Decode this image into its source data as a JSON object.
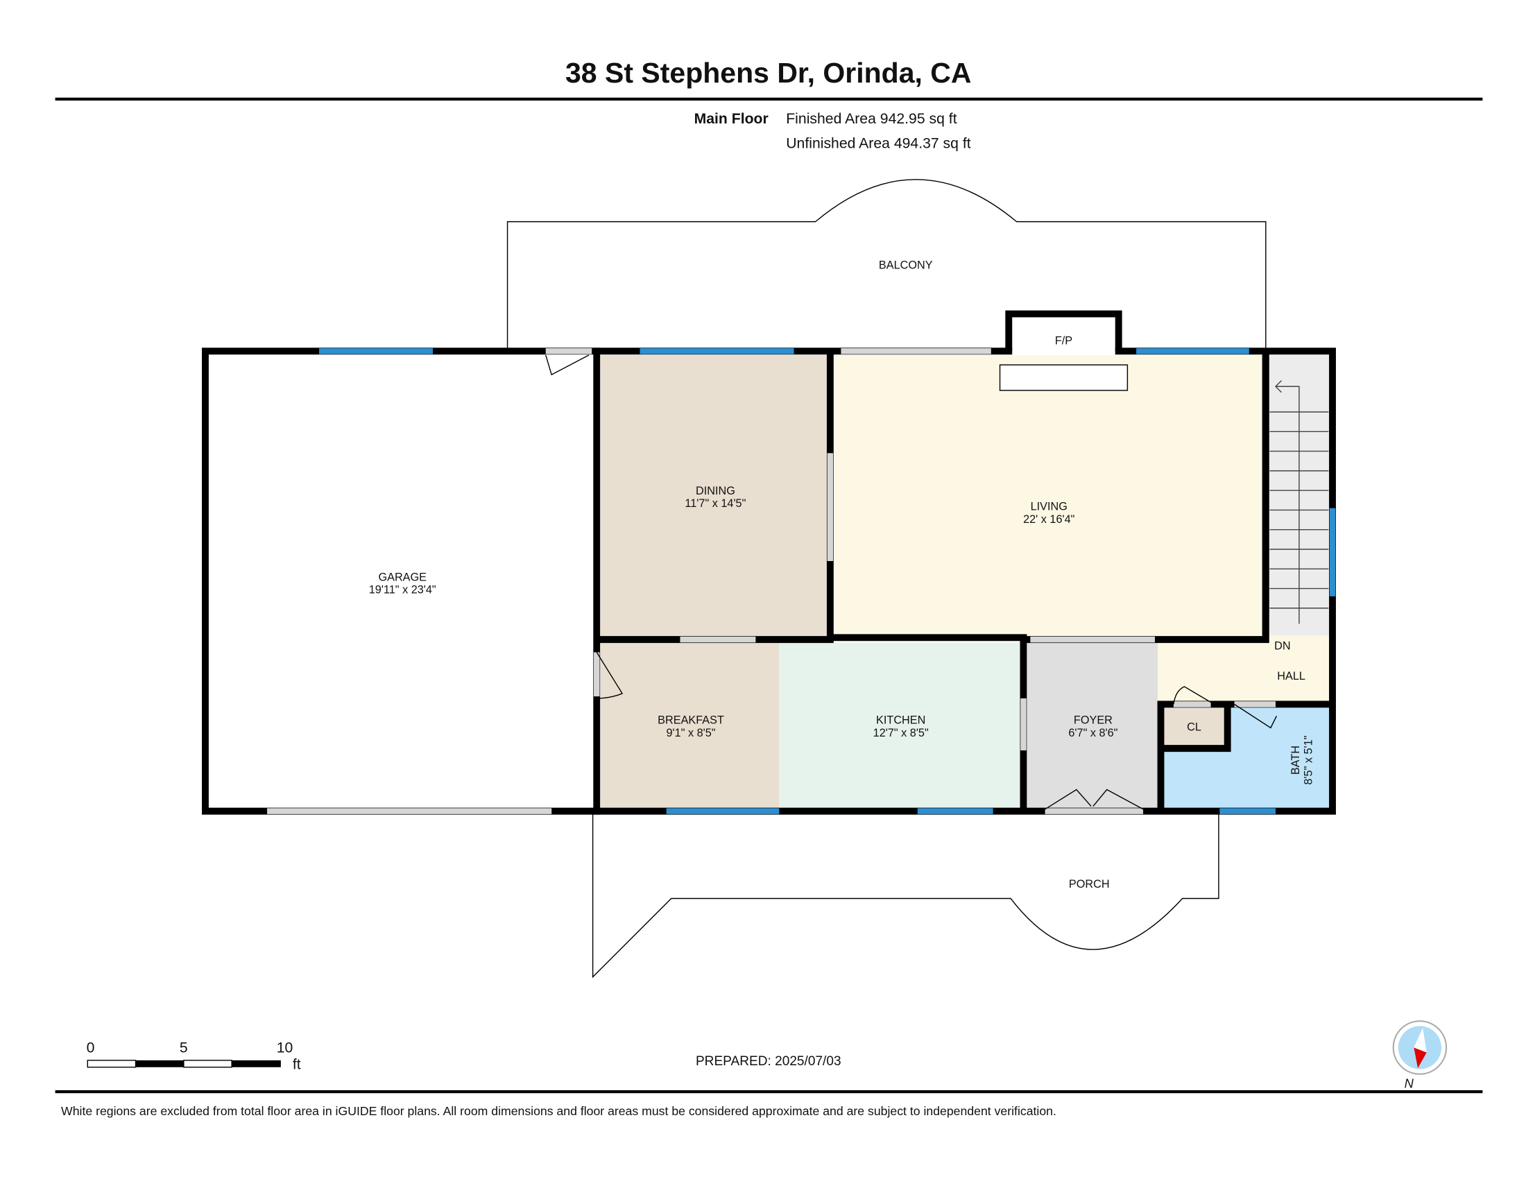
{
  "header": {
    "title": "38 St Stephens Dr, Orinda, CA",
    "floor_name": "Main Floor",
    "finished_area": "Finished Area 942.95 sq ft",
    "unfinished_area": "Unfinished Area 494.37 sq ft"
  },
  "rooms": {
    "balcony": {
      "name": "BALCONY"
    },
    "fireplace": {
      "name": "F/P"
    },
    "garage": {
      "name": "GARAGE",
      "dims": "19'11\" x 23'4\"",
      "color": "#ffffff"
    },
    "dining": {
      "name": "DINING",
      "dims": "11'7\" x 14'5\"",
      "color": "#e9dfd0"
    },
    "living": {
      "name": "LIVING",
      "dims": "22' x 16'4\"",
      "color": "#fdf8e4"
    },
    "breakfast": {
      "name": "BREAKFAST",
      "dims": "9'1\" x 8'5\"",
      "color": "#e9dfd0"
    },
    "kitchen": {
      "name": "KITCHEN",
      "dims": "12'7\" x 8'5\"",
      "color": "#e6f2ec"
    },
    "foyer": {
      "name": "FOYER",
      "dims": "6'7\" x 8'6\"",
      "color": "#dfdfdf"
    },
    "hall": {
      "name": "HALL",
      "color": "#fdf8e4"
    },
    "stairs": {
      "label": "DN"
    },
    "closet": {
      "name": "CL",
      "color": "#e9dfd0"
    },
    "bath": {
      "name": "BATH",
      "dims": "8'5\" x 5'1\"",
      "color": "#c0e4f9"
    },
    "porch": {
      "name": "PORCH"
    }
  },
  "scale_bar": {
    "ticks": [
      "0",
      "5",
      "10"
    ],
    "unit": "ft"
  },
  "prepared": "PREPARED: 2025/07/03",
  "compass": {
    "label": "N"
  },
  "footer": {
    "disclaimer": "White regions are excluded from total floor area in iGUIDE floor plans. All room dimensions and floor areas must be considered approximate and are subject to independent verification."
  }
}
